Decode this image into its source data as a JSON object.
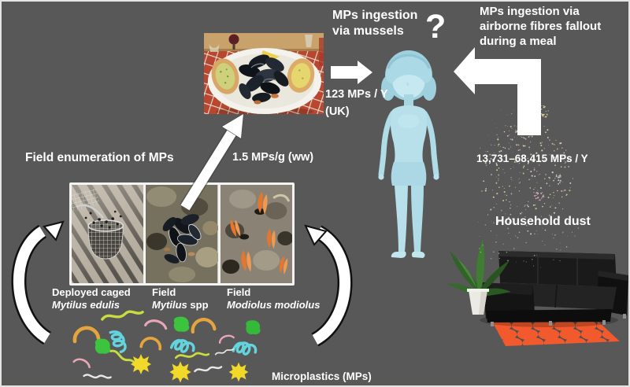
{
  "labels": {
    "mussels_route": "MPs ingestion\nvia mussels",
    "question": "?",
    "airborne_route": "MPs ingestion via\nairborne fibres fallout\nduring a meal",
    "mussels_intake": "123 MPs / Y",
    "mussels_intake_region": "(UK)",
    "field_heading": "Field enumeration of MPs",
    "tissue_concentration": "1.5 MPs/g (ww)",
    "dust_intake": "13,731–68,415 MPs / Y",
    "household_dust": "Household dust",
    "microplastics": "Microplastics (MPs)"
  },
  "photos": [
    {
      "line1": "Deployed caged",
      "species": "Mytilus edulis",
      "suffix": ""
    },
    {
      "line1": "Field",
      "species": "Mytilus",
      "suffix": " spp"
    },
    {
      "line1": "Field",
      "species": "Modiolus modiolus",
      "suffix": ""
    }
  ],
  "colors": {
    "background": "#585858",
    "text": "#ffffff",
    "arrow": "#ffffff",
    "person": "#b7e0ea",
    "rug_dot": "#f25a2e",
    "mp_palette": [
      "#e6a53c",
      "#3cc43f",
      "#f2d829",
      "#63d4de",
      "#e8a7b8",
      "#e8e8e8",
      "#c9dd3f"
    ],
    "dust_palette": [
      "#e9e2d8",
      "#e3b6c6",
      "#cfe08a",
      "#d8d8d8",
      "#decf9e"
    ]
  }
}
